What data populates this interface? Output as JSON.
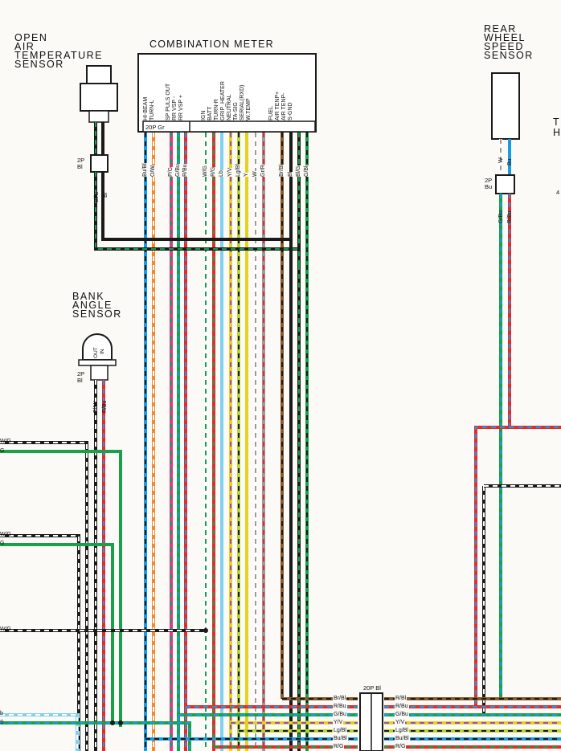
{
  "components": {
    "open_air_temp_sensor": {
      "title": "OPEN\nAIR\nTEMPERATURE\nSENSOR",
      "connector": "2P\nBl",
      "wires": [
        "Bl/G",
        "Bl"
      ]
    },
    "combination_meter": {
      "title": "COMBINATION METER",
      "connector": "20P Gr",
      "pins": [
        "HI-BEAM",
        "TURN-L",
        "SP PULS OUT",
        "RR VSP -",
        "RR VSP +",
        "IGN",
        "BATT",
        "TURN-R",
        "GRIP_HEATER",
        "NEUTRAL",
        "TA-SIG",
        "SERIAL(RXD)",
        "W.TEMP",
        "FUEL",
        "AIR TENP+",
        "AIR TENP-",
        "S-GND"
      ],
      "wire_colors": [
        "Bu/Bl",
        "O/W",
        "P/G",
        "G/Bu",
        "R/Bu",
        "W/G",
        "R/G",
        "Lb",
        "Y/V",
        "Lg/Bl",
        "Y",
        "W",
        "Gr/R",
        "Br/Bl",
        "Bl",
        "Bl/G",
        "G/Bl"
      ]
    },
    "rear_wheel_speed_sensor": {
      "title": "REAR\nWHEEL\nSPEED\nSENSOR",
      "connector": "2P\nBu",
      "wires_top": [
        "W",
        "Bu"
      ],
      "wires_bottom": [
        "G/Bu",
        "R/Bu"
      ]
    },
    "bank_angle_sensor": {
      "title": "BANK\nANGLE\nSENSOR",
      "out": "OUT",
      "in": "IN",
      "connector": "2P\nBl",
      "wires": [
        "Bl/W",
        "R/Bu"
      ]
    },
    "junction": {
      "label": "20P Bl",
      "left": [
        "Br/Bl",
        "R/Bu",
        "G/Bu",
        "Y/V",
        "Lg/Bl",
        "Bu/Bl",
        "R/G"
      ],
      "right": [
        "R/Bl",
        "R/Bu",
        "G/Bu",
        "Y/V",
        "Lg/Bl",
        "Bu/Bl",
        "R/G"
      ]
    }
  },
  "edge_labels": {
    "left": [
      "W/G",
      "G",
      "W/G",
      "G",
      "W/G",
      "b",
      "S"
    ],
    "right": [
      "T",
      "H",
      "4"
    ]
  },
  "colors": {
    "black": "#1a1a1a",
    "white": "#ffffff",
    "green": "#18a04a",
    "blue": "#1d9be0",
    "red": "#e42a2a",
    "orange": "#f08a2a",
    "pink": "#e8348f",
    "yellow": "#e6d21e",
    "lightgreen": "#b8d22e",
    "lightblue": "#7fd0ef",
    "brown": "#8a5a2a",
    "gray": "#9a9a9a",
    "violet": "#9b4fb5"
  }
}
